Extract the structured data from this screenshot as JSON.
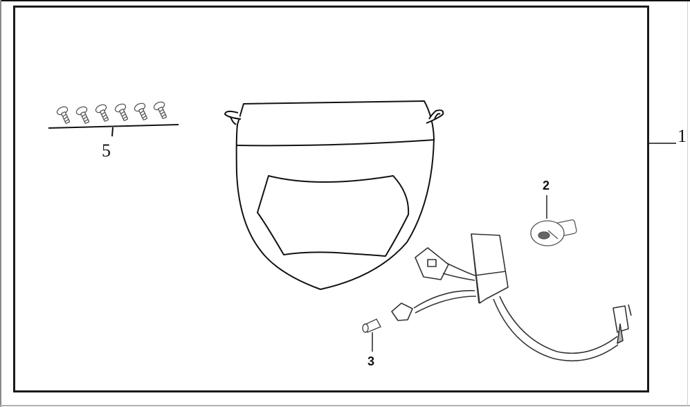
{
  "diagram": {
    "type": "exploded-parts-diagram",
    "subject": "headlight assembly",
    "callouts": [
      {
        "id": "callout-1",
        "label": "1",
        "part": "headlight-assembly"
      },
      {
        "id": "callout-2",
        "label": "2",
        "part": "headlight-bulb"
      },
      {
        "id": "callout-3",
        "label": "3",
        "part": "position-bulb"
      },
      {
        "id": "callout-5",
        "label": "5",
        "part": "screws",
        "quantity_shown": 6
      }
    ],
    "colors": {
      "line": "#111111",
      "sketch": "#444444",
      "background": "#ffffff"
    }
  }
}
